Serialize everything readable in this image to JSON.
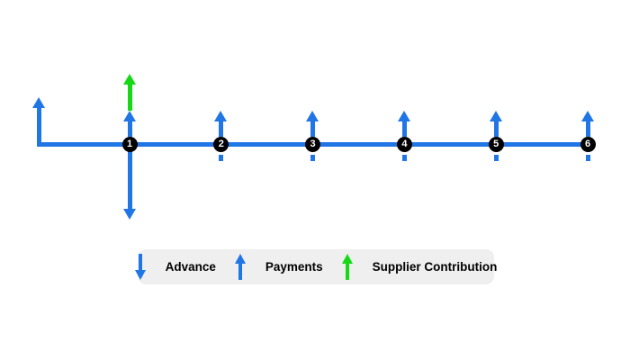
{
  "colors": {
    "blue": "#2176E5",
    "green": "#15D915",
    "node_fill": "#000000",
    "node_text": "#FFFFFF",
    "legend_bg": "#EFEFEF",
    "legend_text": "#000000",
    "background": "#FFFFFF"
  },
  "diagram": {
    "type": "payment-timeline",
    "start_arrow": {
      "name": "start-payments-arrow",
      "direction": "up",
      "color_key": "blue"
    },
    "nodes": [
      {
        "label": "1",
        "tick": true,
        "up_arrows": [
          {
            "name": "payments-arrow",
            "color_key": "blue"
          },
          {
            "name": "supplier-contribution-arrow",
            "color_key": "green"
          }
        ],
        "down_arrow": {
          "name": "advance-arrow",
          "color_key": "blue"
        }
      },
      {
        "label": "2",
        "tick": true,
        "up_arrows": [
          {
            "name": "payments-arrow",
            "color_key": "blue"
          }
        ]
      },
      {
        "label": "3",
        "tick": true,
        "up_arrows": [
          {
            "name": "payments-arrow",
            "color_key": "blue"
          }
        ]
      },
      {
        "label": "4",
        "tick": true,
        "up_arrows": [
          {
            "name": "payments-arrow",
            "color_key": "blue"
          }
        ]
      },
      {
        "label": "5",
        "tick": true,
        "up_arrows": [
          {
            "name": "payments-arrow",
            "color_key": "blue"
          }
        ]
      },
      {
        "label": "6",
        "tick": true,
        "up_arrows": [
          {
            "name": "payments-arrow",
            "color_key": "blue"
          }
        ]
      }
    ]
  },
  "legend": {
    "items": [
      {
        "icon": "arrow-down-icon",
        "color_key": "blue",
        "label": "Advance"
      },
      {
        "icon": "arrow-up-icon",
        "color_key": "blue",
        "label": "Payments"
      },
      {
        "icon": "arrow-up-icon",
        "color_key": "green",
        "label": "Supplier Contribution"
      }
    ]
  }
}
